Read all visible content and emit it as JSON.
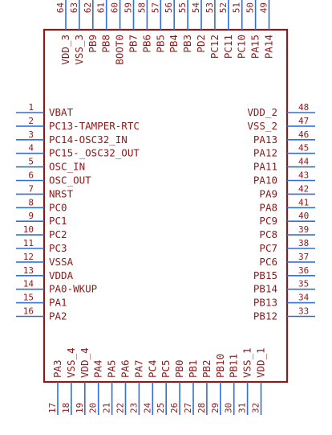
{
  "component": {
    "body_stroke": "#8b1a1a",
    "pin_color": "#2f6fd6",
    "text_color": "#8b1a1a",
    "left_pins": [
      {
        "num": "1",
        "name": "VBAT"
      },
      {
        "num": "2",
        "name": "PC13-TAMPER-RTC"
      },
      {
        "num": "3",
        "name": "PC14-OSC32_IN"
      },
      {
        "num": "4",
        "name": "PC15-_OSC32_OUT"
      },
      {
        "num": "5",
        "name": "OSC_IN"
      },
      {
        "num": "6",
        "name": "OSC_OUT"
      },
      {
        "num": "7",
        "name": "NRST"
      },
      {
        "num": "8",
        "name": "PC0"
      },
      {
        "num": "9",
        "name": "PC1"
      },
      {
        "num": "10",
        "name": "PC2"
      },
      {
        "num": "11",
        "name": "PC3"
      },
      {
        "num": "12",
        "name": "VSSA"
      },
      {
        "num": "13",
        "name": "VDDA"
      },
      {
        "num": "14",
        "name": "PA0-WKUP"
      },
      {
        "num": "15",
        "name": "PA1"
      },
      {
        "num": "16",
        "name": "PA2"
      }
    ],
    "right_pins": [
      {
        "num": "48",
        "name": "VDD_2"
      },
      {
        "num": "47",
        "name": "VSS_2"
      },
      {
        "num": "46",
        "name": "PA13"
      },
      {
        "num": "45",
        "name": "PA12"
      },
      {
        "num": "44",
        "name": "PA11"
      },
      {
        "num": "43",
        "name": "PA10"
      },
      {
        "num": "42",
        "name": "PA9"
      },
      {
        "num": "41",
        "name": "PA8"
      },
      {
        "num": "40",
        "name": "PC9"
      },
      {
        "num": "39",
        "name": "PC8"
      },
      {
        "num": "38",
        "name": "PC7"
      },
      {
        "num": "37",
        "name": "PC6"
      },
      {
        "num": "36",
        "name": "PB15"
      },
      {
        "num": "35",
        "name": "PB14"
      },
      {
        "num": "34",
        "name": "PB13"
      },
      {
        "num": "33",
        "name": "PB12"
      }
    ],
    "top_pins": [
      {
        "num": "64",
        "name": "VDD_3"
      },
      {
        "num": "63",
        "name": "VSS_3"
      },
      {
        "num": "62",
        "name": "PB9"
      },
      {
        "num": "61",
        "name": "PB8"
      },
      {
        "num": "60",
        "name": "BOOT0"
      },
      {
        "num": "59",
        "name": "PB7"
      },
      {
        "num": "58",
        "name": "PB6"
      },
      {
        "num": "57",
        "name": "PB5"
      },
      {
        "num": "56",
        "name": "PB4"
      },
      {
        "num": "55",
        "name": "PB3"
      },
      {
        "num": "54",
        "name": "PD2"
      },
      {
        "num": "53",
        "name": "PC12"
      },
      {
        "num": "52",
        "name": "PC11"
      },
      {
        "num": "51",
        "name": "PC10"
      },
      {
        "num": "50",
        "name": "PA15"
      },
      {
        "num": "49",
        "name": "PA14"
      }
    ],
    "bottom_pins": [
      {
        "num": "17",
        "name": "PA3"
      },
      {
        "num": "18",
        "name": "VSS_4"
      },
      {
        "num": "19",
        "name": "VDD_4"
      },
      {
        "num": "20",
        "name": "PA4"
      },
      {
        "num": "21",
        "name": "PA5"
      },
      {
        "num": "22",
        "name": "PA6"
      },
      {
        "num": "23",
        "name": "PA7"
      },
      {
        "num": "24",
        "name": "PC4"
      },
      {
        "num": "25",
        "name": "PC5"
      },
      {
        "num": "26",
        "name": "PB0"
      },
      {
        "num": "27",
        "name": "PB1"
      },
      {
        "num": "28",
        "name": "PB2"
      },
      {
        "num": "29",
        "name": "PB10"
      },
      {
        "num": "30",
        "name": "PB11"
      },
      {
        "num": "31",
        "name": "VSS_1"
      },
      {
        "num": "32",
        "name": "VDD_1"
      }
    ]
  }
}
